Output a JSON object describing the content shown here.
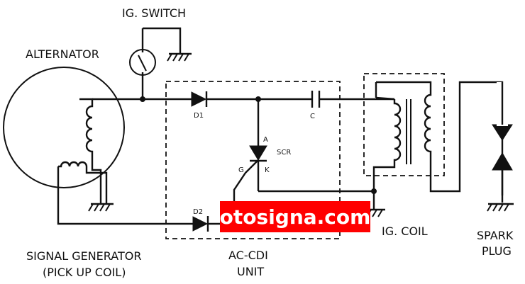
{
  "labels": {
    "ig_switch": "IG. SWITCH",
    "alternator": "ALTERNATOR",
    "signal_generator_line1": "SIGNAL GENERATOR",
    "signal_generator_line2": "(PICK UP COIL)",
    "cdi_line1": "AC-CDI",
    "cdi_line2": "UNIT",
    "ig_coil": "IG. COIL",
    "spark_line1": "SPARK",
    "spark_line2": "PLUG",
    "d1": "D1",
    "d2": "D2",
    "c": "C",
    "scr": "SCR",
    "a": "A",
    "g": "G",
    "k": "K"
  },
  "watermark": {
    "text": "otosigna.com",
    "background": "#ff0000",
    "color": "#ffffff"
  }
}
